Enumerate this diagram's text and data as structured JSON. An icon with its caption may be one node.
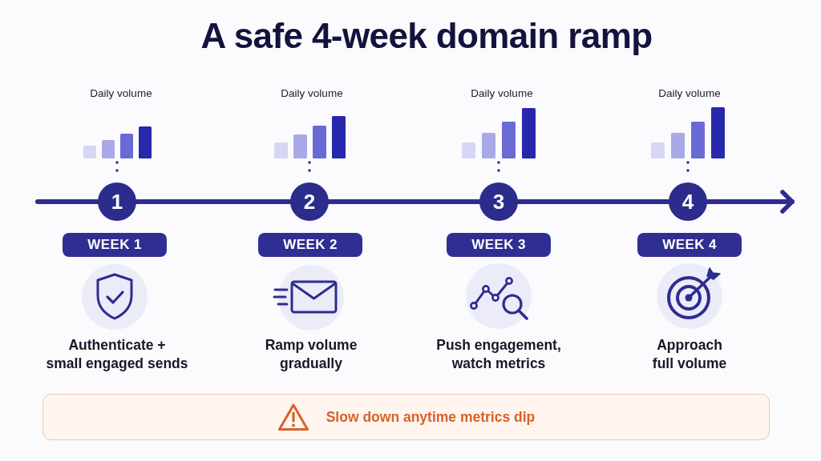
{
  "diagram": {
    "title": "A safe 4-week domain ramp",
    "nodes": [
      {
        "text": [],
        "shape": "chart",
        "beside": [
          "Daily volume"
        ]
      },
      {
        "text": [],
        "shape": "chart",
        "beside": [
          "Daily volume"
        ]
      },
      {
        "text": [],
        "shape": "chart",
        "beside": [
          "Daily volume"
        ]
      },
      {
        "text": [],
        "shape": "chart",
        "beside": [
          "Daily volume"
        ]
      },
      {
        "text": [
          "1"
        ]
      },
      {
        "text": [
          "2"
        ]
      },
      {
        "text": [
          "3"
        ]
      },
      {
        "text": [
          "4"
        ]
      },
      {
        "text": [
          "WEEK 1"
        ]
      },
      {
        "text": [
          "WEEK 2"
        ]
      },
      {
        "text": [
          "WEEK 3"
        ]
      },
      {
        "text": [
          "WEEK 4"
        ]
      },
      {
        "text": [
          "Slow down anytime metrics dip"
        ]
      }
    ],
    "edges": [
      {
        "from": null,
        "to": 4,
        "arrow": "none"
      },
      {
        "from": 4,
        "to": 5,
        "arrow": "none"
      },
      {
        "from": 5,
        "to": 6,
        "arrow": "none"
      },
      {
        "from": 6,
        "to": 7,
        "arrow": "none"
      },
      {
        "from": 7,
        "to": null,
        "arrow": "to"
      },
      {
        "from": 0,
        "to": 4,
        "arrow": "none",
        "style": "dashed"
      },
      {
        "from": 1,
        "to": 5,
        "arrow": "none",
        "style": "dashed"
      },
      {
        "from": 2,
        "to": 6,
        "arrow": "none",
        "style": "dashed"
      },
      {
        "from": 3,
        "to": 7,
        "arrow": "none",
        "style": "dashed"
      }
    ],
    "labels": [
      "Authenticate + small engaged sends",
      "Ramp volume gradually",
      "Push engagement, watch metrics",
      "Approach full volume"
    ]
  }
}
